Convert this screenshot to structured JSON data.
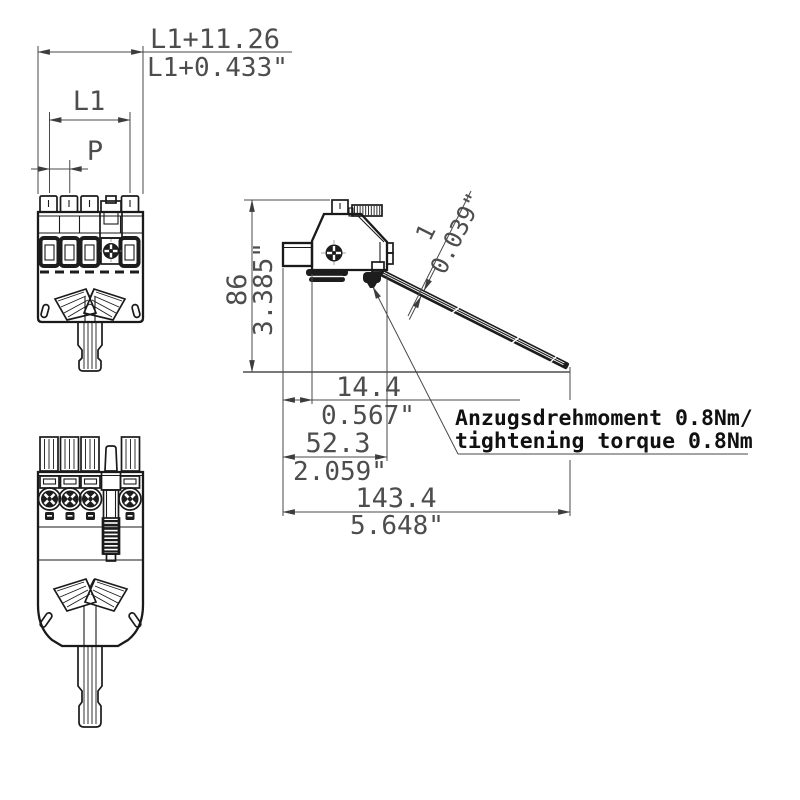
{
  "title": "connector-technical-drawing",
  "dimensions": {
    "overall_width": {
      "mm": "L1+11.26",
      "inch": "L1+0.433\""
    },
    "l1_label": "L1",
    "pitch_label": "P",
    "height": {
      "mm": "86",
      "inch": "3.385\""
    },
    "blade_thickness": {
      "mm": "1",
      "inch": "0.039\""
    },
    "plug_depth": {
      "mm": "14.4",
      "inch": "0.567\""
    },
    "screw_distance": {
      "mm": "52.3",
      "inch": "2.059\""
    },
    "overall_length": {
      "mm": "143.4",
      "inch": "5.648\""
    },
    "note_line1": "Anzugsdrehmoment 0.8Nm/",
    "note_line2": "tightening torque 0.8Nm"
  },
  "colors": {
    "outline": "#1a1a1a",
    "dim_line": "#4a4a4a",
    "dim_text": "#4d4d4d",
    "note_text": "#111111",
    "background": "#ffffff"
  }
}
